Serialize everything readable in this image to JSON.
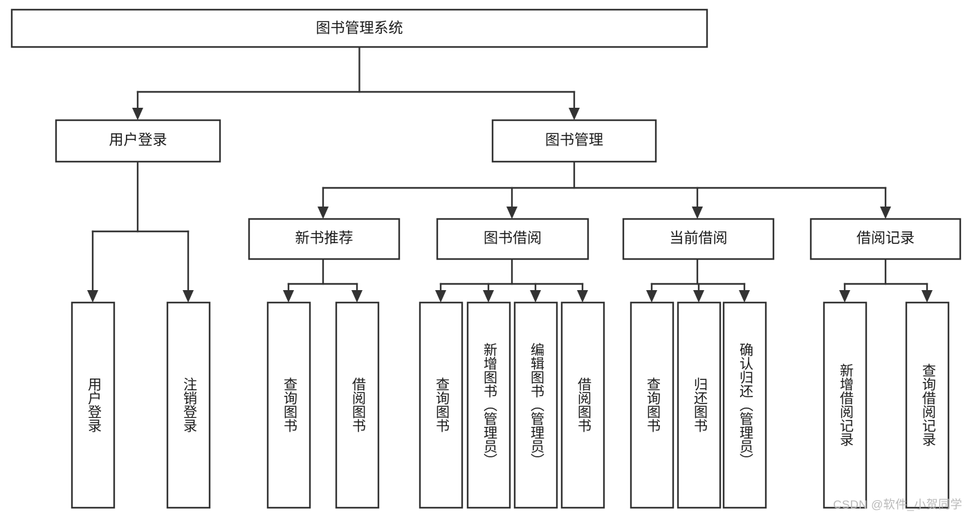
{
  "diagram": {
    "title": "图书管理系统",
    "type": "hierarchy-tree",
    "watermark": "CSDN @软件_小贺同学",
    "colors": {
      "stroke": "#333333",
      "fill": "#ffffff",
      "text": "#1a1a1a",
      "watermark": "#b9b9b9"
    },
    "nodes": {
      "root": {
        "label": "图书管理系统",
        "orientation": "horizontal"
      },
      "level1": [
        {
          "id": "user-login",
          "label": "用户登录",
          "orientation": "horizontal"
        },
        {
          "id": "book-management",
          "label": "图书管理",
          "orientation": "horizontal"
        }
      ],
      "level2": [
        {
          "id": "new-book-recommend",
          "label": "新书推荐",
          "orientation": "horizontal"
        },
        {
          "id": "book-borrow",
          "label": "图书借阅",
          "orientation": "horizontal"
        },
        {
          "id": "current-borrow",
          "label": "当前借阅",
          "orientation": "horizontal"
        },
        {
          "id": "borrow-record",
          "label": "借阅记录",
          "orientation": "horizontal"
        }
      ],
      "leaves": {
        "user-login": [
          {
            "id": "leaf-user-login",
            "label": "用户登录",
            "orientation": "vertical"
          },
          {
            "id": "leaf-logout-login",
            "label": "注销登录",
            "orientation": "vertical"
          }
        ],
        "new-book-recommend": [
          {
            "id": "leaf-query-book-1",
            "label": "查询图书",
            "orientation": "vertical"
          },
          {
            "id": "leaf-borrow-book-1",
            "label": "借阅图书",
            "orientation": "vertical"
          }
        ],
        "book-borrow": [
          {
            "id": "leaf-query-book-2",
            "label": "查询图书",
            "orientation": "vertical"
          },
          {
            "id": "leaf-add-book",
            "label": "新增图书（管理员）",
            "orientation": "vertical"
          },
          {
            "id": "leaf-edit-book",
            "label": "编辑图书（管理员）",
            "orientation": "vertical"
          },
          {
            "id": "leaf-borrow-book-2",
            "label": "借阅图书",
            "orientation": "vertical"
          }
        ],
        "current-borrow": [
          {
            "id": "leaf-query-book-3",
            "label": "查询图书",
            "orientation": "vertical"
          },
          {
            "id": "leaf-return-book",
            "label": "归还图书",
            "orientation": "vertical"
          },
          {
            "id": "leaf-confirm-return",
            "label": "确认归还（管理员）",
            "orientation": "vertical"
          }
        ],
        "borrow-record": [
          {
            "id": "leaf-add-record",
            "label": "新增借阅记录",
            "orientation": "vertical"
          },
          {
            "id": "leaf-query-record",
            "label": "查询借阅记录",
            "orientation": "vertical"
          }
        ]
      }
    }
  }
}
